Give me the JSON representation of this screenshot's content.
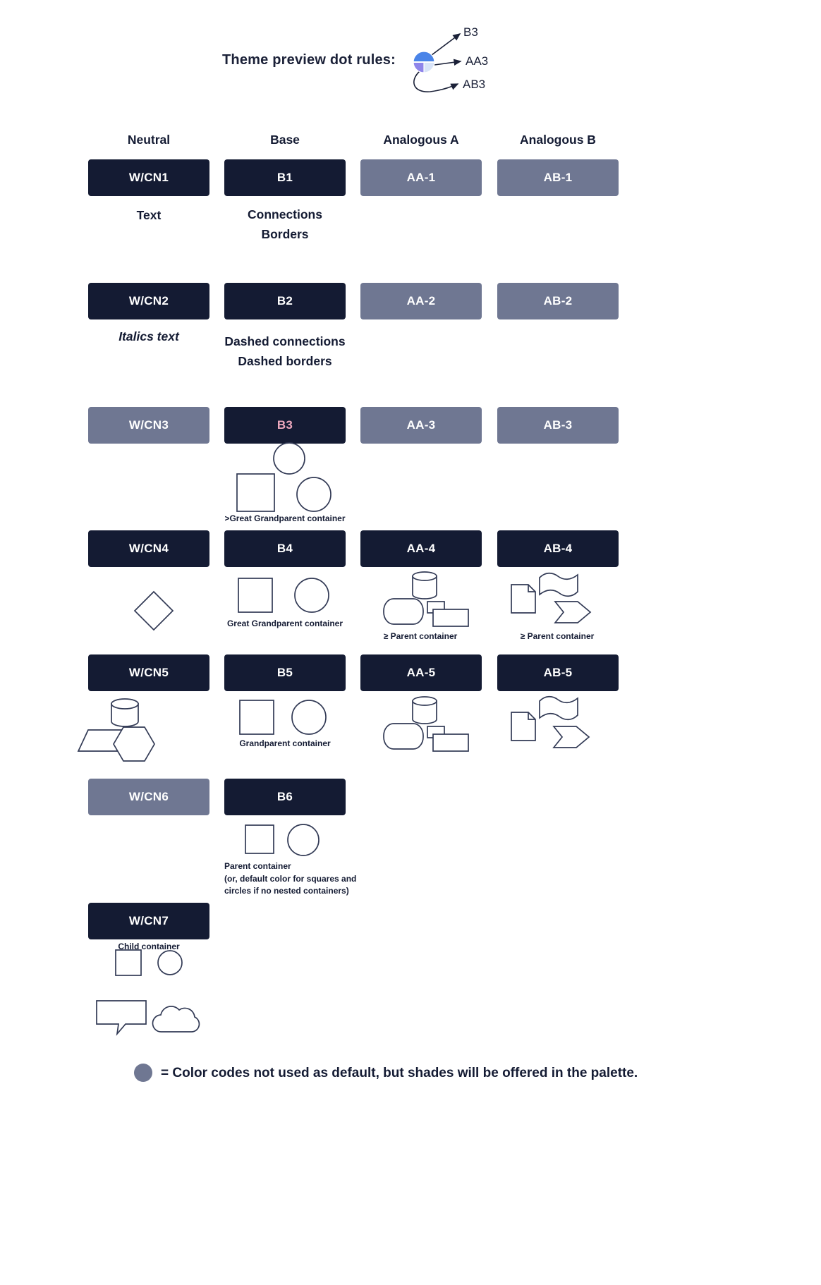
{
  "header": {
    "title": "Theme preview dot rules:",
    "labels": {
      "b3": "B3",
      "aa3": "AA3",
      "ab3": "AB3"
    }
  },
  "columns": {
    "neutral": "Neutral",
    "base": "Base",
    "aa": "Analogous A",
    "ab": "Analogous B"
  },
  "swatches": {
    "neutral": [
      "W/CN1",
      "W/CN2",
      "W/CN3",
      "W/CN4",
      "W/CN5",
      "W/CN6",
      "W/CN7"
    ],
    "base": [
      "B1",
      "B2",
      "B3",
      "B4",
      "B5",
      "B6"
    ],
    "aa": [
      "AA-1",
      "AA-2",
      "AA-3",
      "AA-4",
      "AA-5"
    ],
    "ab": [
      "AB-1",
      "AB-2",
      "AB-3",
      "AB-4",
      "AB-5"
    ]
  },
  "notes": {
    "text": "Text",
    "italics_text": "Italics text",
    "connections": "Connections",
    "borders": "Borders",
    "dashed_connections": "Dashed connections",
    "dashed_borders": "Dashed borders",
    "b3_caption": ">Great Grandparent container",
    "b4_caption": "Great Grandparent container",
    "b5_caption": "Grandparent container",
    "b6_caption": "Parent container",
    "b6_caption_note": "(or, default color for squares and circles if no nested containers)",
    "aa4_caption": "≥  Parent container",
    "ab4_caption": "≥ Parent container",
    "cn7_caption": "Child container"
  },
  "footer": {
    "legend": "= Color codes not used as default, but shades will be offered in the palette."
  },
  "colors": {
    "dark_navy": "#141b33",
    "slate_gray": "#6f7792",
    "pink_label": "#eea9be",
    "dot_blue": "#4a84e8",
    "dot_purple": "#8f85ea",
    "dot_light": "#d9e4f8"
  }
}
